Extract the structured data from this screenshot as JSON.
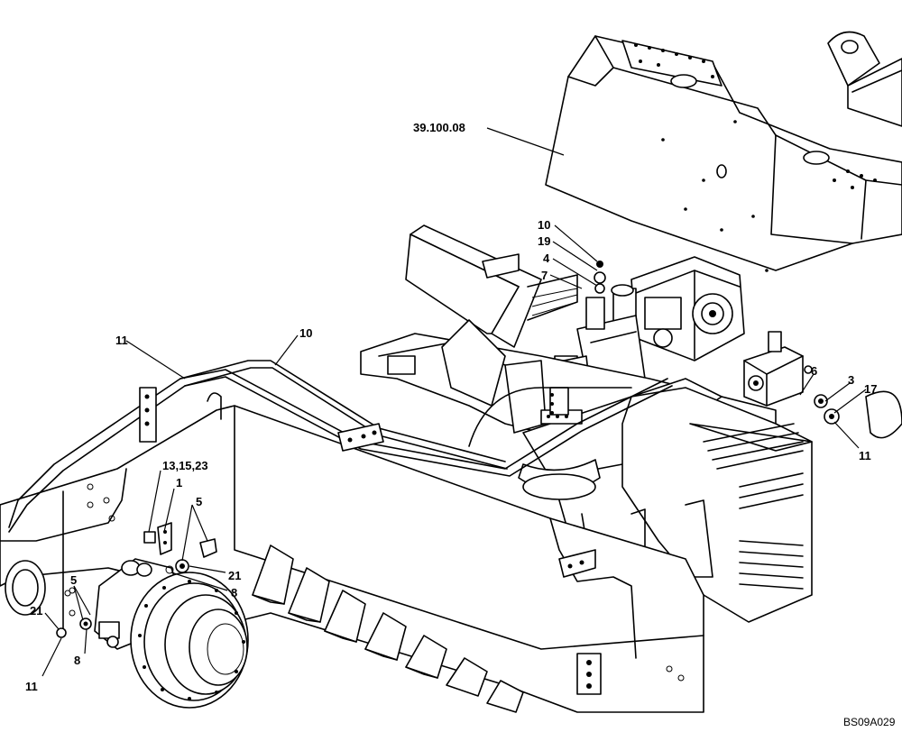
{
  "callouts": {
    "assembly_ref": "39.100.08",
    "c10_top": "10",
    "c19": "19",
    "c4": "4",
    "c7": "7",
    "c6": "6",
    "c3": "3",
    "c17": "17",
    "c11_right": "11",
    "c11_hose": "11",
    "c10_hose": "10",
    "c13_15_23": "13,15,23",
    "c1": "1",
    "c5_upper": "5",
    "c21_upper": "21",
    "c8_upper": "8",
    "c5_lower": "5",
    "c21_lower": "21",
    "c8_lower": "8",
    "c11_lower": "11"
  },
  "drawing_code": "BS09A029"
}
